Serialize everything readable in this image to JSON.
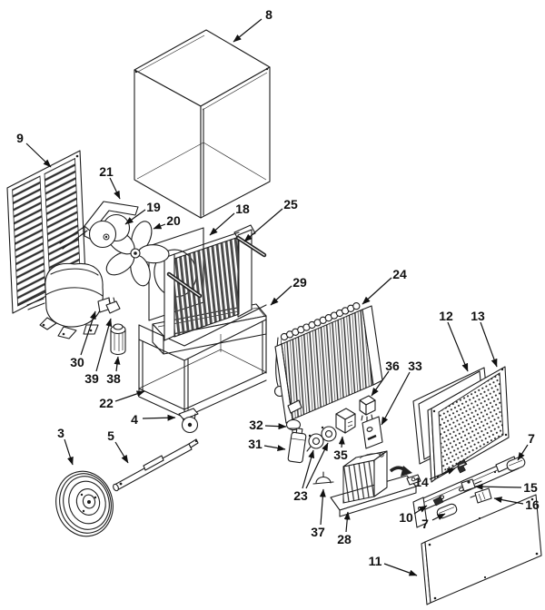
{
  "figure": {
    "kind": "exploded-parts-diagram",
    "background_color": "#ffffff",
    "line_color": "#1c1c1c",
    "fin_color": "#4a4a4a"
  },
  "callouts": {
    "p3": "3",
    "p4": "4",
    "p5": "5",
    "p7a": "7",
    "p7b": "7",
    "p8": "8",
    "p9": "9",
    "p10": "10",
    "p11": "11",
    "p12": "12",
    "p13": "13",
    "p14": "14",
    "p15": "15",
    "p16": "16",
    "p18": "18",
    "p19": "19",
    "p20": "20",
    "p21": "21",
    "p22": "22",
    "p23": "23",
    "p24": "24",
    "p25": "25",
    "p28": "28",
    "p29": "29",
    "p30": "30",
    "p31": "31",
    "p32": "32",
    "p33": "33",
    "p35": "35",
    "p36": "36",
    "p37": "37",
    "p38": "38",
    "p39": "39"
  }
}
